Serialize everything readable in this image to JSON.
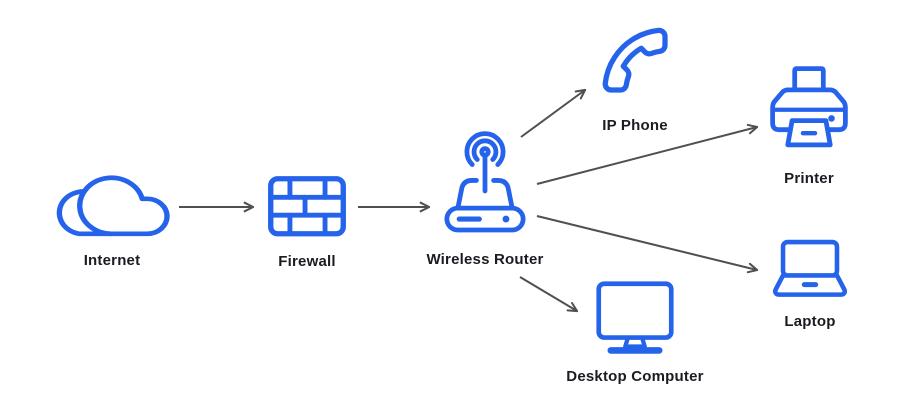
{
  "colors": {
    "accent_blue": "#2563EB",
    "arrow_gray": "#4F4F54",
    "label_color": "#1B1B22",
    "background": "#FFFFFF"
  },
  "nodes": [
    {
      "id": "internet",
      "label": "Internet",
      "icon": "cloud-icon"
    },
    {
      "id": "firewall",
      "label": "Firewall",
      "icon": "firewall-icon"
    },
    {
      "id": "wireless_router",
      "label": "Wireless Router",
      "icon": "wireless-router-icon"
    },
    {
      "id": "ip_phone",
      "label": "IP Phone",
      "icon": "phone-handset-icon"
    },
    {
      "id": "printer",
      "label": "Printer",
      "icon": "printer-icon"
    },
    {
      "id": "laptop",
      "label": "Laptop",
      "icon": "laptop-icon"
    },
    {
      "id": "desktop",
      "label": "Desktop Computer",
      "icon": "desktop-monitor-icon"
    }
  ],
  "connections": [
    {
      "from": "Internet",
      "to": "Firewall"
    },
    {
      "from": "Firewall",
      "to": "Wireless Router"
    },
    {
      "from": "Wireless Router",
      "to": "IP Phone"
    },
    {
      "from": "Wireless Router",
      "to": "Printer"
    },
    {
      "from": "Wireless Router",
      "to": "Laptop"
    },
    {
      "from": "Wireless Router",
      "to": "Desktop Computer"
    }
  ]
}
